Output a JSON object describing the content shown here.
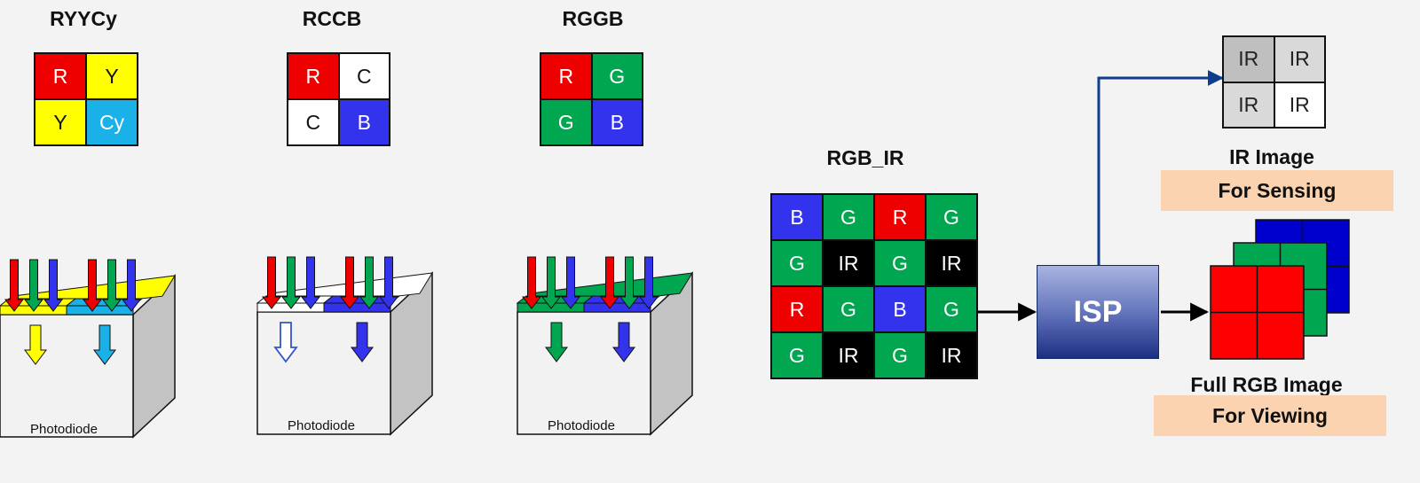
{
  "palette": {
    "R": "#ee0000",
    "G": "#00a650",
    "B": "#3333ee",
    "Y": "#ffff00",
    "Cy": "#1ab0e8",
    "C": "#ffffff",
    "IR": "#000000",
    "IRgray": "#bfbfbf",
    "IRlight": "#d9d9d9"
  },
  "mosaics": [
    {
      "id": "ryycy",
      "title": "RYYCy",
      "cells": [
        "R",
        "Y",
        "Y",
        "Cy"
      ]
    },
    {
      "id": "rccb",
      "title": "RCCB",
      "cells": [
        "R",
        "C",
        "C",
        "B"
      ]
    },
    {
      "id": "rggb",
      "title": "RGGB",
      "cells": [
        "R",
        "G",
        "G",
        "B"
      ]
    }
  ],
  "photodiode_label": "Photodiode",
  "rgb_ir": {
    "title": "RGB_IR",
    "cells": [
      "B",
      "G",
      "R",
      "G",
      "G",
      "IR",
      "G",
      "IR",
      "R",
      "G",
      "B",
      "G",
      "G",
      "IR",
      "G",
      "IR"
    ]
  },
  "isp_label": "ISP",
  "ir_output": {
    "cells": [
      "IR",
      "IR",
      "IR",
      "IR"
    ],
    "title": "IR Image",
    "banner": "For Sensing"
  },
  "rgb_output": {
    "title": "Full RGB Image",
    "banner": "For Viewing"
  }
}
